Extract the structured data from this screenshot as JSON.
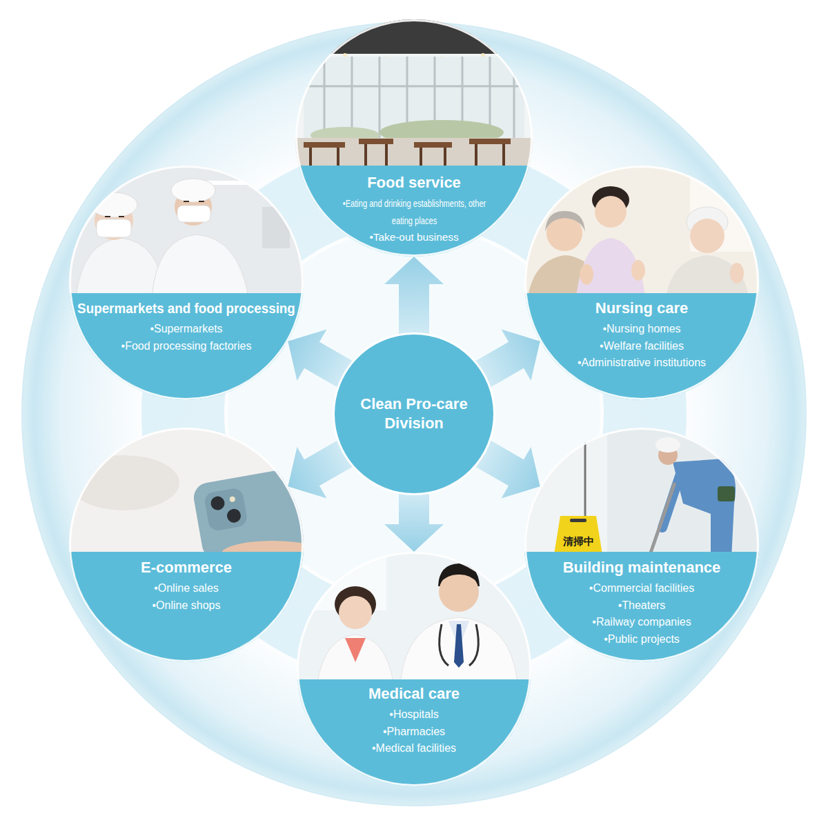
{
  "diagram": {
    "nodes": [
      {
        "text": [
          "Food service",
          "•Eating and drinking establishments, other eating places",
          "•Take-out business"
        ]
      },
      {
        "text": [
          "Supermarkets and food processing",
          "•Supermarkets",
          "•Food processing factories"
        ]
      },
      {
        "text": [
          "Nursing care",
          "•Nursing homes",
          "•Welfare facilities",
          "•Administrative institutions"
        ]
      },
      {
        "text": [
          "Clean Pro-care Division"
        ]
      },
      {
        "text": [
          "E-commerce",
          "•Online sales",
          "•Online shops"
        ]
      },
      {
        "text": [
          "Building maintenance",
          "•Commercial facilities",
          "•Theaters",
          "•Railway companies",
          "•Public projects"
        ]
      },
      {
        "text": [
          "Medical care",
          "•Hospitals",
          "•Pharmacies",
          "•Medical facilities"
        ]
      }
    ],
    "edges": [
      {
        "from": 3,
        "to": 0,
        "arrow": "to"
      },
      {
        "from": 3,
        "to": 1,
        "arrow": "to"
      },
      {
        "from": 3,
        "to": 2,
        "arrow": "to"
      },
      {
        "from": 3,
        "to": 4,
        "arrow": "to"
      },
      {
        "from": 3,
        "to": 5,
        "arrow": "to"
      },
      {
        "from": 3,
        "to": 6,
        "arrow": "to"
      }
    ],
    "labels": [
      "清掃中"
    ]
  }
}
